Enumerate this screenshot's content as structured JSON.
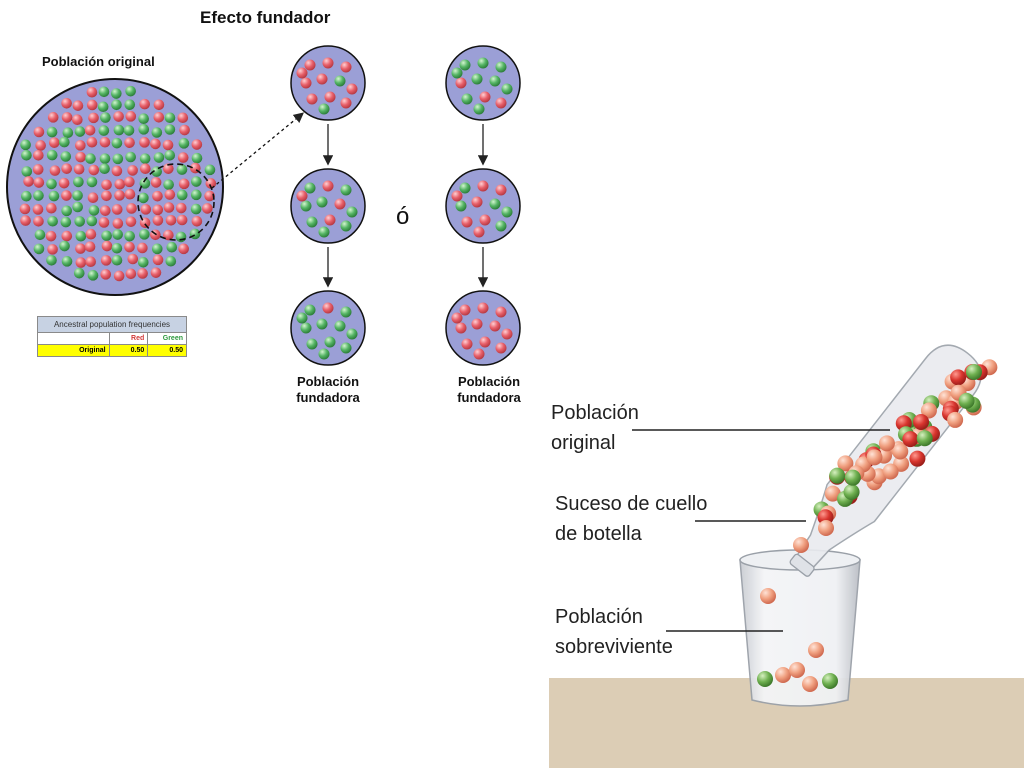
{
  "title": "Efecto fundador",
  "original_label": "Población original",
  "separator": "ó",
  "founder_label_line1": "Población",
  "founder_label_line2": "fundadora",
  "colors": {
    "population_fill": "#9b9fd6",
    "red_allele": "#e8606a",
    "green_allele": "#55b565",
    "table_header": "#c7d2e3",
    "table_highlight": "#ffff00"
  },
  "freq_table": {
    "header": "Ancestral population frequencies",
    "col_red": "Red",
    "col_green": "Green",
    "row_label": "Original",
    "red_value": "0.50",
    "green_value": "0.50"
  },
  "bottleneck": {
    "label_original_1": "Población",
    "label_original_2": "original",
    "label_event_1": "Suceso de cuello",
    "label_event_2": "de botella",
    "label_survivor_1": "Población",
    "label_survivor_2": "sobreviviente"
  }
}
